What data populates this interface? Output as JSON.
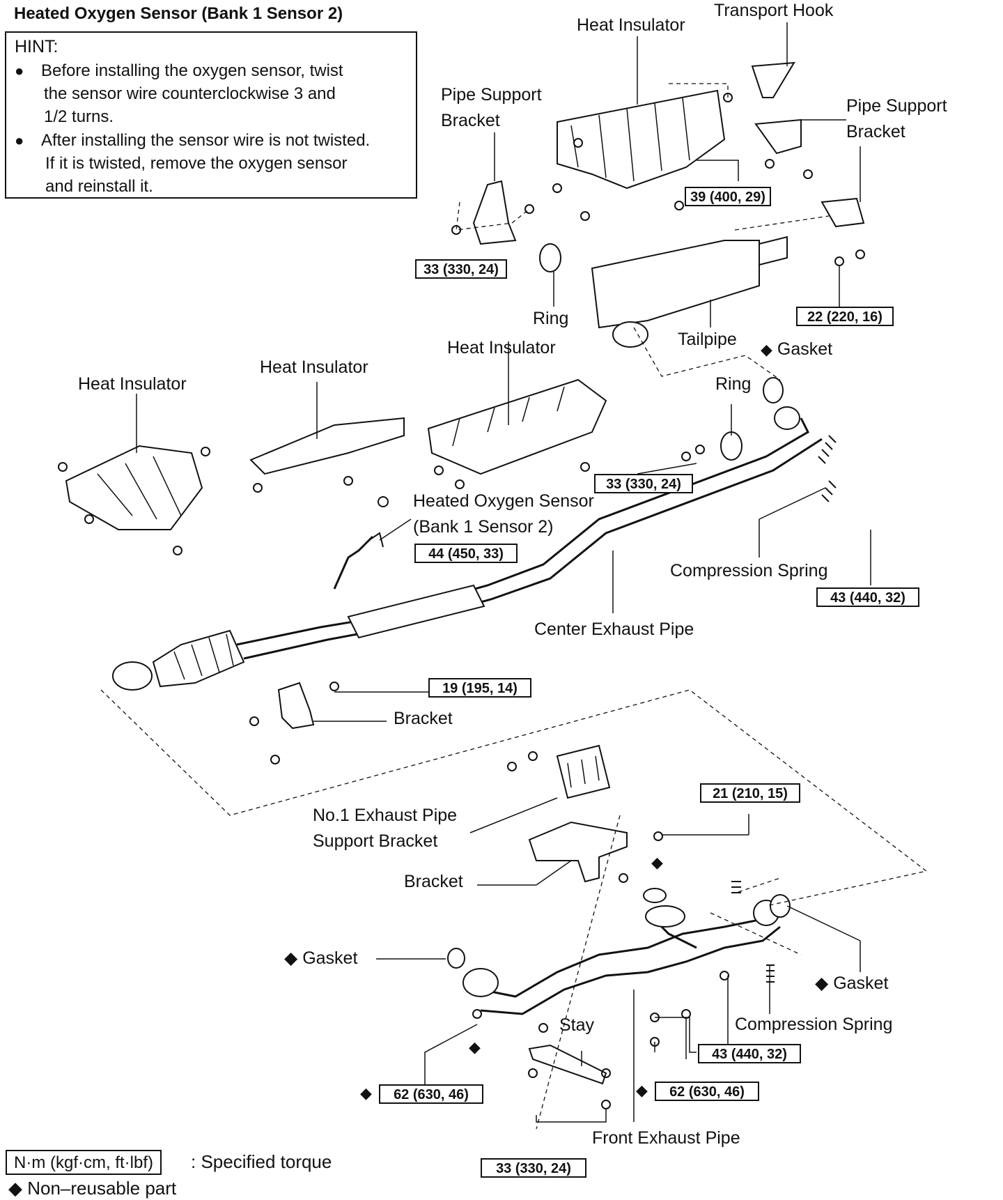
{
  "title": "Heated Oxygen Sensor (Bank 1 Sensor 2)",
  "hint": {
    "heading": "HINT:",
    "bullet1_line1": "Before installing the oxygen sensor, twist",
    "bullet1_line2": "the sensor wire counterclockwise 3 and",
    "bullet1_line3": "1/2 turns.",
    "bullet2_line1": "After installing the sensor wire is not twisted.",
    "bullet2_line2": "If it is twisted, remove the oxygen sensor",
    "bullet2_line3": "and reinstall it.",
    "bullet_symbol": "●"
  },
  "labels": {
    "transport_hook": "Transport Hook",
    "heat_insulator_top": "Heat Insulator",
    "pipe_support_bracket_left_l1": "Pipe Support",
    "pipe_support_bracket_left_l2": "Bracket",
    "pipe_support_bracket_right_l1": "Pipe Support",
    "pipe_support_bracket_right_l2": "Bracket",
    "ring_top": "Ring",
    "tailpipe": "Tailpipe",
    "gasket_top": "Gasket",
    "heat_insulator_mid": "Heat Insulator",
    "heat_insulator_left_mid": "Heat Insulator",
    "heat_insulator_left": "Heat Insulator",
    "ring_mid": "Ring",
    "ho2_sensor_l1": "Heated Oxygen Sensor",
    "ho2_sensor_l2": "(Bank 1 Sensor 2)",
    "compression_spring_top": "Compression Spring",
    "center_exhaust_pipe": "Center Exhaust Pipe",
    "bracket_mid": "Bracket",
    "no1_support_l1": "No.1 Exhaust Pipe",
    "no1_support_l2": "Support Bracket",
    "bracket_lower": "Bracket",
    "gasket_left": "Gasket",
    "stay": "Stay",
    "gasket_right": "Gasket",
    "compression_spring_bottom": "Compression Spring",
    "front_exhaust_pipe": "Front Exhaust Pipe"
  },
  "torques": {
    "t39": "39 (400, 29)",
    "t33_top": "33 (330, 24)",
    "t22": "22 (220, 16)",
    "t33_mid": "33 (330, 24)",
    "t44": "44 (450, 33)",
    "t43_top": "43 (440, 32)",
    "t19": "19 (195, 14)",
    "t21": "21 (210, 15)",
    "t43_bottom": "43 (440, 32)",
    "t62_left": "62 (630, 46)",
    "t62_right": "62 (630, 46)",
    "t33_bottom": "33 (330, 24)"
  },
  "nonreusable_symbol": "◆",
  "legend": {
    "unit": "N·m (kgf·cm, ft·lbf)",
    "specified_torque": ": Specified torque",
    "nonreusable": "◆ Non–reusable part"
  }
}
